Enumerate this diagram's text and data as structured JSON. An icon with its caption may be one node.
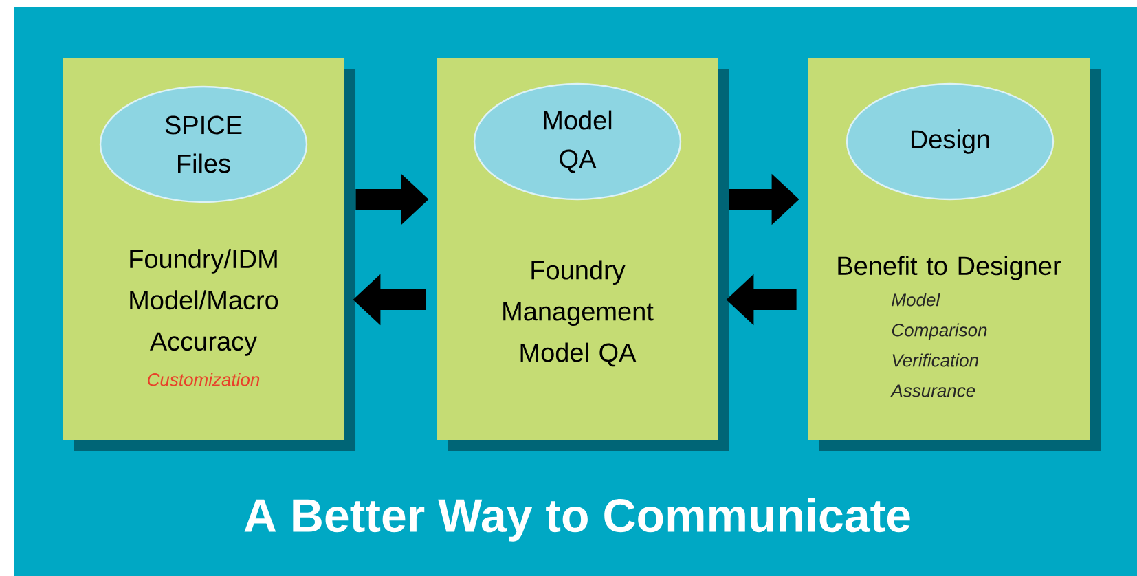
{
  "diagram": {
    "title": "A Better Way to Communicate",
    "nodes": [
      {
        "text": [
          "Foundry/IDM Model/Macro Accuracy",
          "Customization"
        ]
      },
      {
        "text": [
          "SPICE Files"
        ],
        "in": 0
      },
      {
        "text": [
          "Foundry Management Model QA"
        ]
      },
      {
        "text": [
          "Model QA"
        ],
        "in": 2
      },
      {
        "text": [
          "Benefit to Designer",
          "Model Comparison Verification Assurance"
        ]
      },
      {
        "text": [
          "Design"
        ],
        "in": 4
      }
    ],
    "edges": [
      {
        "from": 0,
        "to": 2,
        "arrow": "to"
      },
      {
        "from": 2,
        "to": 4,
        "arrow": "to"
      },
      {
        "from": 2,
        "to": 0,
        "arrow": "to"
      },
      {
        "from": 4,
        "to": 2,
        "arrow": "to"
      }
    ]
  }
}
